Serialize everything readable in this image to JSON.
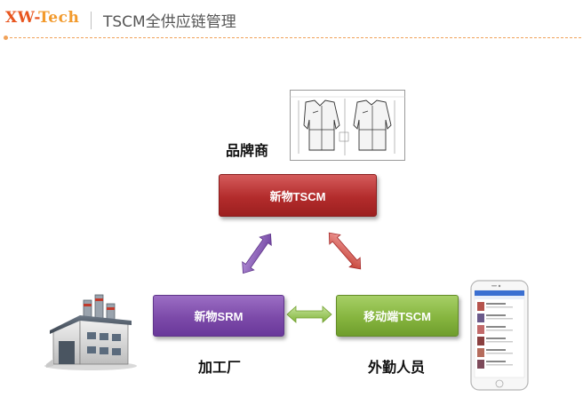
{
  "header": {
    "logo_part1": "XW-",
    "logo_part2": "Tech",
    "title": "TSCM全供应链管理"
  },
  "diagram": {
    "center_node": "新物TSCM",
    "left_node": "新物SRM",
    "right_node": "移动端TSCM",
    "brand_label": "品牌商",
    "factory_label": "加工厂",
    "field_label": "外勤人员"
  },
  "colors": {
    "brand_orange": "#e8561f",
    "tscm_red": "#b32c2c",
    "srm_purple": "#7c4aa9",
    "mobile_green": "#86b53f"
  },
  "icons": [
    "garment-sketch-image",
    "factory-icon",
    "phone-screenshot-image"
  ]
}
